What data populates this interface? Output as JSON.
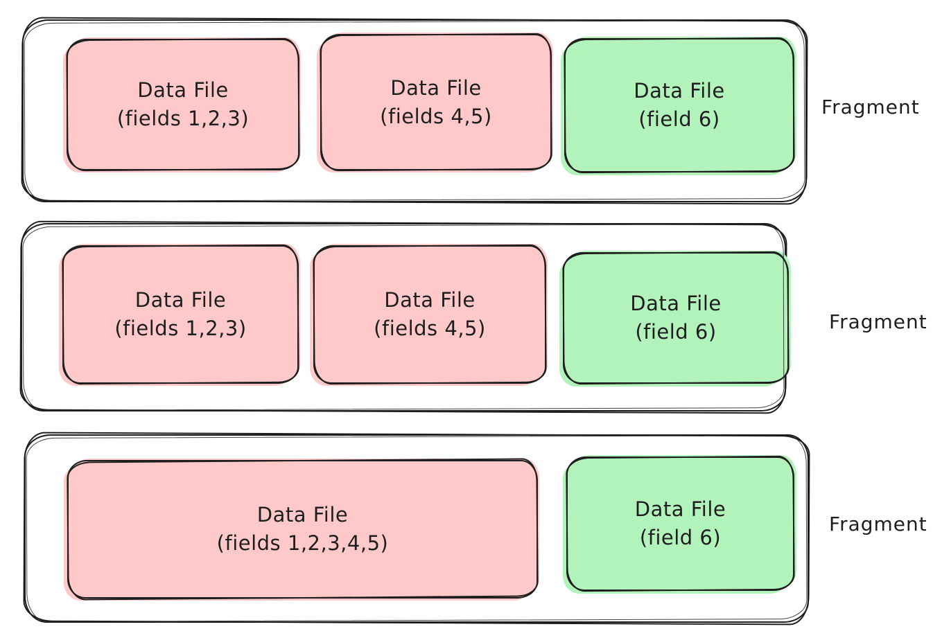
{
  "diagram": {
    "fragments": [
      {
        "label": "Fragment",
        "files": [
          {
            "name": "Data File",
            "fields": "(fields 1,2,3)",
            "color": "pink"
          },
          {
            "name": "Data File",
            "fields": "(fields 4,5)",
            "color": "pink"
          },
          {
            "name": "Data File",
            "fields": "(field 6)",
            "color": "green"
          }
        ]
      },
      {
        "label": "Fragment",
        "files": [
          {
            "name": "Data File",
            "fields": "(fields 1,2,3)",
            "color": "pink"
          },
          {
            "name": "Data File",
            "fields": "(fields 4,5)",
            "color": "pink"
          },
          {
            "name": "Data File",
            "fields": "(field 6)",
            "color": "green"
          }
        ]
      },
      {
        "label": "Fragment",
        "files": [
          {
            "name": "Data File",
            "fields": "(fields 1,2,3,4,5)",
            "color": "pink"
          },
          {
            "name": "Data File",
            "fields": "(field 6)",
            "color": "green"
          }
        ]
      }
    ],
    "colors": {
      "file_red": "#ffc9c9",
      "file_green": "#b2f2bb",
      "stroke": "#1e1e1e",
      "background": "#ffffff"
    }
  }
}
